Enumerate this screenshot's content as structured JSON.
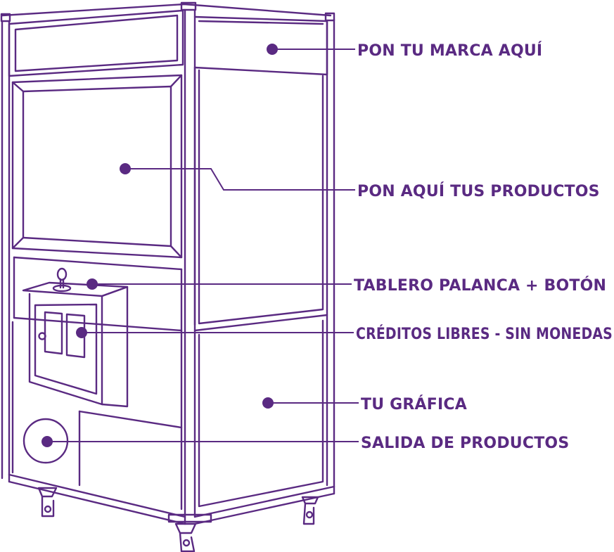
{
  "colors": {
    "outline": "#5a2a82",
    "accent": "#5a2a82",
    "background": "#ffffff"
  },
  "callouts": [
    {
      "id": "brand",
      "label": "PON TU MARCA AQUÍ"
    },
    {
      "id": "products",
      "label": "PON AQUÍ TUS PRODUCTOS"
    },
    {
      "id": "control-panel",
      "label": "TABLERO PALANCA + BOTÓN"
    },
    {
      "id": "free-credits",
      "label": "CRÉDITOS LIBRES - SIN MONEDAS"
    },
    {
      "id": "graphic",
      "label": "TU GRÁFICA"
    },
    {
      "id": "product-exit",
      "label": "SALIDA DE PRODUCTOS"
    }
  ]
}
